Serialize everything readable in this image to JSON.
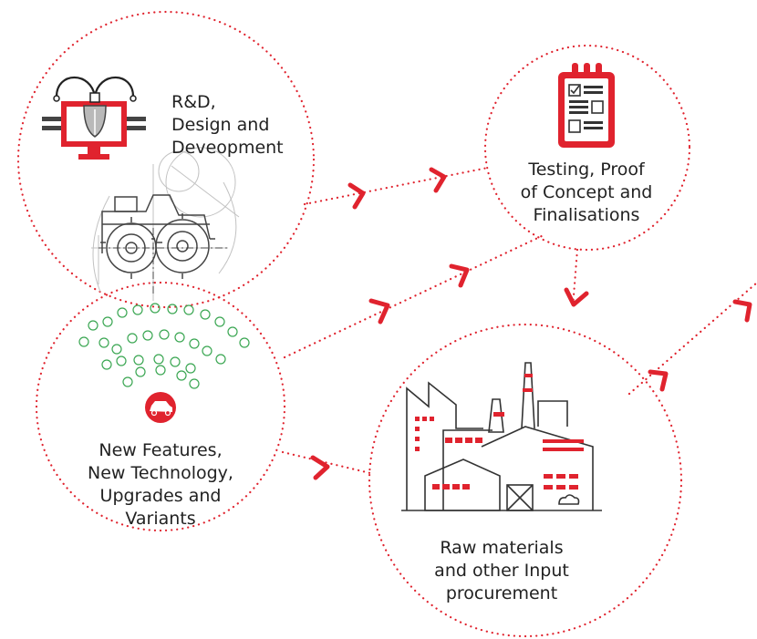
{
  "colors": {
    "accent": "#e0232e",
    "text": "#222222",
    "line_art": "#444444",
    "drawing_grey": "#bbbbbb",
    "icon_green": "#3aa652"
  },
  "nodes": {
    "rnd": {
      "lines": [
        "R&D,",
        "Design and",
        "Deveopment"
      ],
      "icon": "design-monitor-pen-icon",
      "illustration": "tractor-blueprint-drawing"
    },
    "testing": {
      "lines": [
        "Testing, Proof",
        "of Concept and",
        "Finalisations"
      ],
      "icon": "clipboard-checklist-icon"
    },
    "features": {
      "lines": [
        "New Features,",
        "New Technology,",
        "Upgrades and",
        "Variants"
      ],
      "icon": "car-icon",
      "feature_icon_arc": "connected-car-feature-icons"
    },
    "raw": {
      "lines": [
        "Raw materials",
        "and other Input",
        "procurement"
      ],
      "icon": "factory-icon"
    }
  },
  "arrow_icon": "chevron-right-icon"
}
